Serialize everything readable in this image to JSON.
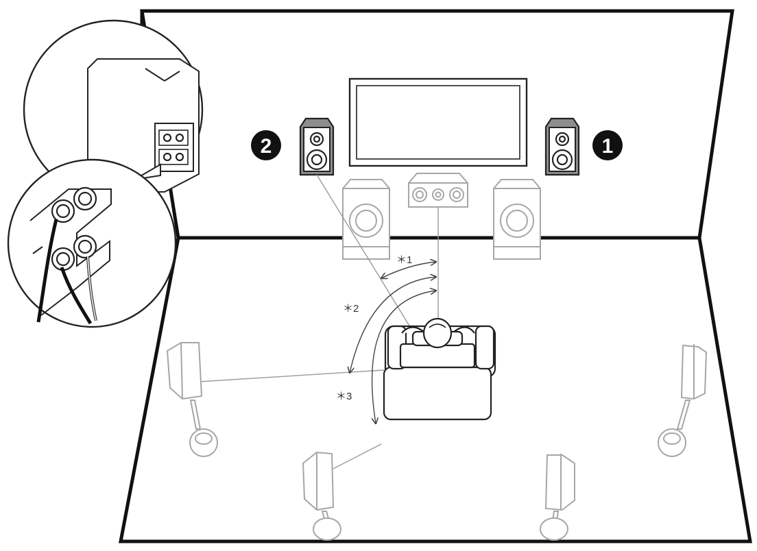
{
  "diagram": {
    "labels": {
      "angle_1": "＊1",
      "angle_2": "＊2",
      "angle_3": "＊3"
    },
    "badges": {
      "front_right": "1",
      "front_left": "2"
    },
    "colors": {
      "outline": "#111111",
      "inactive": "#a6a6a6",
      "badge": "#111111"
    }
  }
}
